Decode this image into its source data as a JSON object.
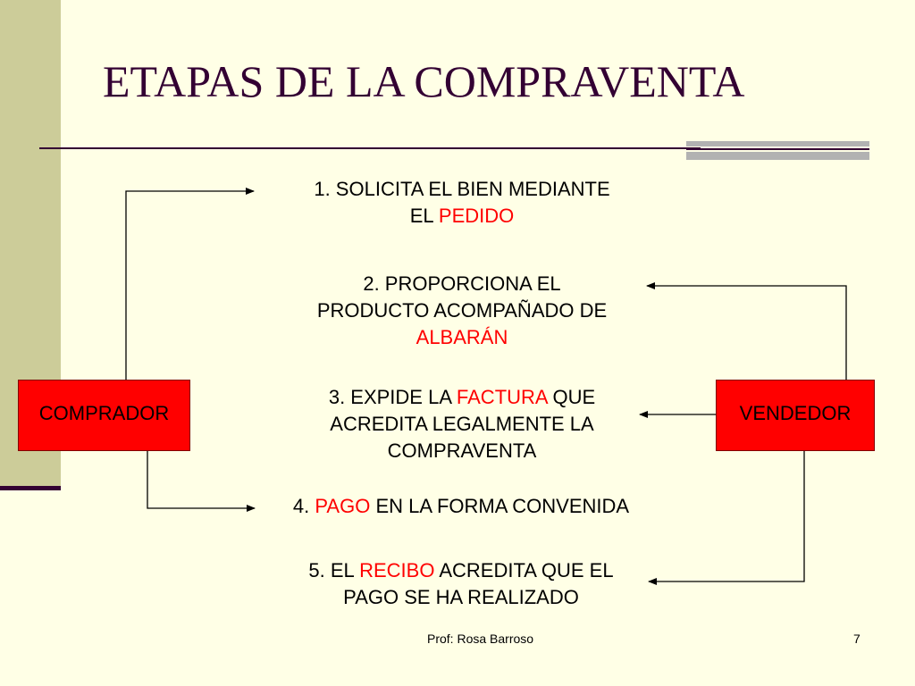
{
  "slide": {
    "title": "ETAPAS DE LA COMPRAVENTA",
    "footer_author": "Prof: Rosa Barroso",
    "page_number": "7"
  },
  "boxes": {
    "comprador": "COMPRADOR",
    "vendedor": "VENDEDOR"
  },
  "steps": {
    "s1": {
      "line1": "1. SOLICITA EL BIEN MEDIANTE",
      "line2_a": "EL ",
      "line2_red": "PEDIDO"
    },
    "s2": {
      "line1": "2. PROPORCIONA EL",
      "line2": "PRODUCTO ACOMPAÑADO DE",
      "line3_red": "ALBARÁN"
    },
    "s3": {
      "line1_a": "3. EXPIDE LA ",
      "line1_red": "FACTURA",
      "line1_b": " QUE",
      "line2": "ACREDITA LEGALMENTE LA",
      "line3": "COMPRAVENTA"
    },
    "s4": {
      "a": "4. ",
      "red": "PAGO",
      "b": " EN LA FORMA CONVENIDA"
    },
    "s5": {
      "line1_a": "5. EL ",
      "line1_red": "RECIBO",
      "line1_b": " ACREDITA QUE EL",
      "line2": "PAGO SE HA REALIZADO"
    }
  },
  "colors": {
    "background": "#ffffe6",
    "accent_red": "#ff0000",
    "title_color": "#330033",
    "band_color": "#cccc99"
  }
}
